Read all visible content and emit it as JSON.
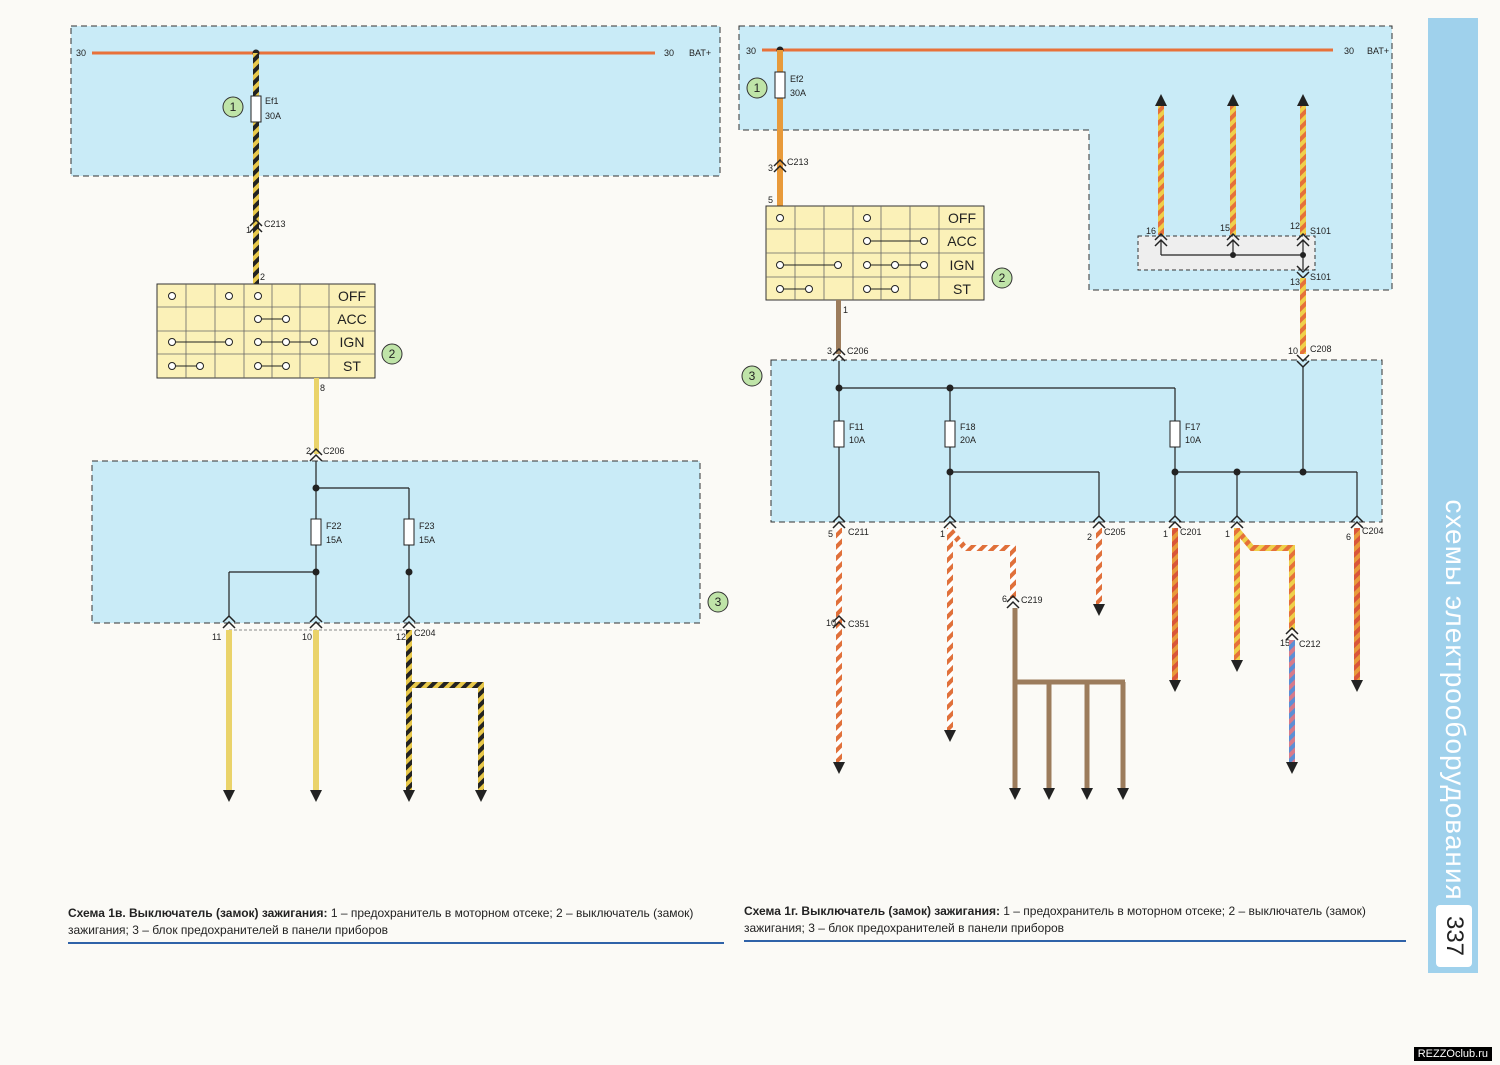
{
  "switch_states": [
    "OFF",
    "ACC",
    "IGN",
    "ST"
  ],
  "callouts": [
    "1",
    "2",
    "3"
  ],
  "left": {
    "bus_left": "30",
    "bus_right": "30",
    "bat": "BAT+",
    "fuse_main": {
      "name": "Ef1",
      "rating": "30A"
    },
    "c213": {
      "pin": "1",
      "name": "C213"
    },
    "switch_pin_top": "2",
    "switch_pin_bottom": "8",
    "c206": {
      "pin": "2",
      "name": "C206"
    },
    "f22": {
      "name": "F22",
      "rating": "15A"
    },
    "f23": {
      "name": "F23",
      "rating": "15A"
    },
    "out_pins": [
      "11",
      "10",
      "12"
    ],
    "c204": "C204"
  },
  "right": {
    "bus_left": "30",
    "bus_right": "30",
    "bat": "BAT+",
    "fuse_main": {
      "name": "Ef2",
      "rating": "30A"
    },
    "c213": {
      "pin": "3",
      "name": "C213"
    },
    "switch_pin_top": "5",
    "switch_pin_bottom": "1",
    "c206": {
      "pin": "3",
      "name": "C206"
    },
    "s101_top_pins": [
      "16",
      "15",
      "12"
    ],
    "s101": "S101",
    "s101_bottom_pin": "13",
    "c208": {
      "pin": "10",
      "name": "C208"
    },
    "f11": {
      "name": "F11",
      "rating": "10A"
    },
    "f18": {
      "name": "F18",
      "rating": "20A"
    },
    "f17": {
      "name": "F17",
      "rating": "10A"
    },
    "c211": {
      "pin": "5",
      "name": "C211"
    },
    "c205": {
      "pin": "2",
      "name": "C205"
    },
    "c201": {
      "pin": "1",
      "name": "C201"
    },
    "c204": {
      "pin": "6",
      "name": "C204"
    },
    "f18_pin": "1",
    "c212_up_pin": "1",
    "c351": {
      "pin": "10",
      "name": "C351"
    },
    "c219": {
      "pin": "6",
      "name": "C219"
    },
    "c212": {
      "pin": "15",
      "name": "C212"
    }
  },
  "captions": {
    "left_title": "Схема 1в. Выключатель (замок) зажигания:",
    "left_body": " 1 – предохранитель в моторном отсеке; 2 – выключатель (замок) зажигания; 3 – блок предохранителей в панели приборов",
    "right_title": "Схема 1г. Выключатель (замок) зажигания:",
    "right_body": " 1 – предохранитель в моторном отсеке; 2 – выключатель (замок) зажигания; 3 – блок предохранителей в панели приборов"
  },
  "side_tab": "схемы электрооборудования",
  "page_number": "337",
  "watermark": "REZZOclub.ru",
  "colors": {
    "zone": "#c9ebf7",
    "bus": "#e8713a",
    "yellow": "#ead36a",
    "orange": "#e89a3a",
    "brown": "#9c7c5c",
    "red": "#d9553a",
    "blue": "#5b8fd6",
    "accent": "#2f62a8"
  }
}
